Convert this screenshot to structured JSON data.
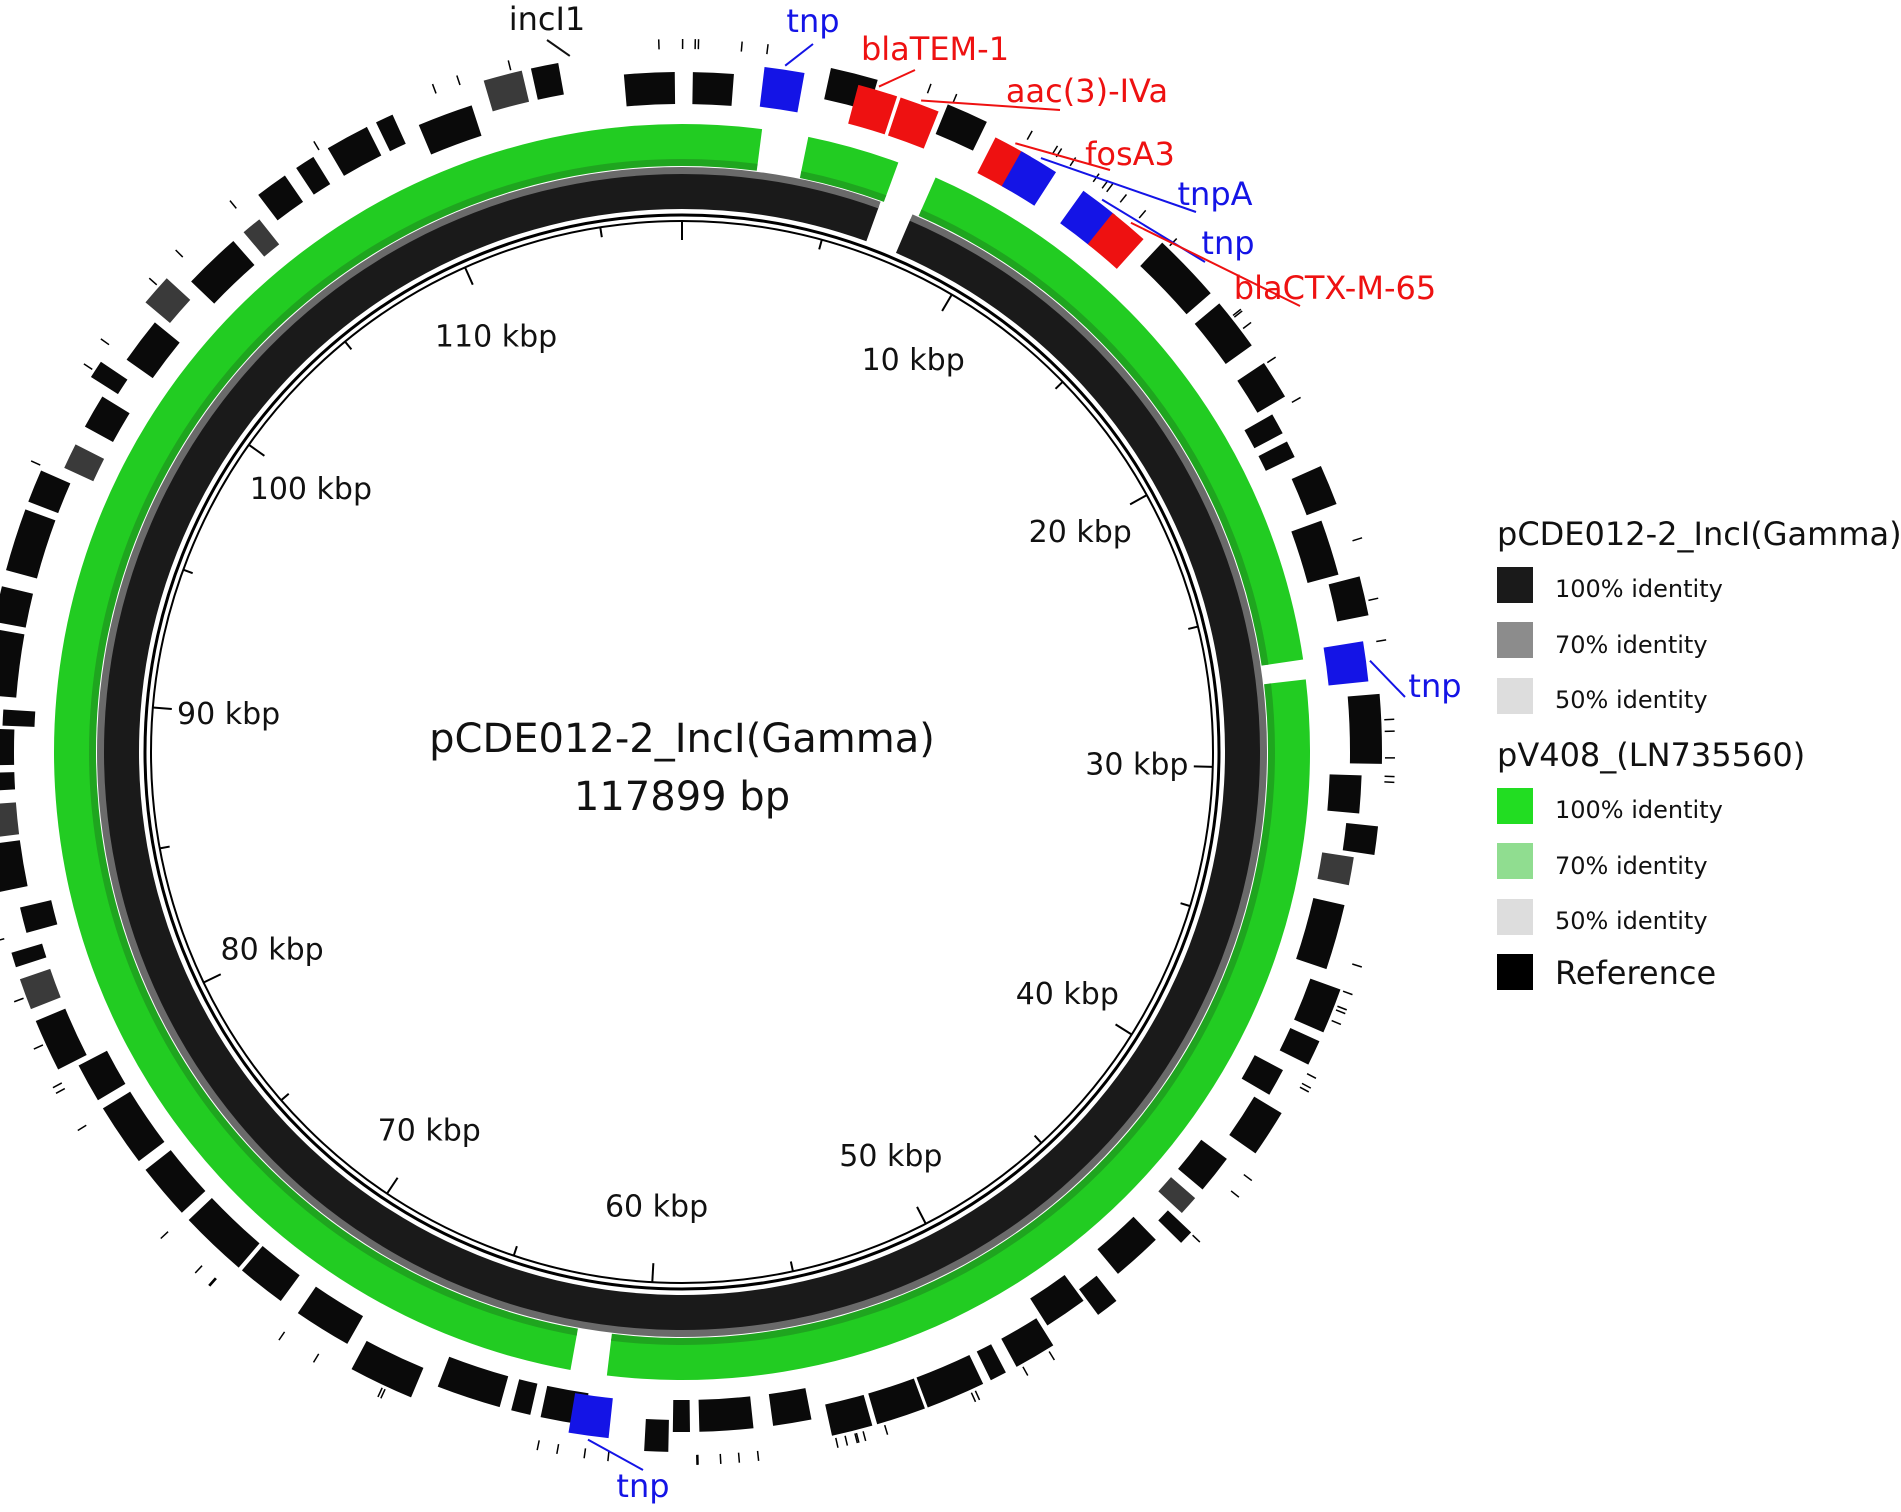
{
  "plasmid": {
    "name": "pCDE012-2_IncI(Gamma)",
    "length_label": "117899 bp",
    "length_bp": 117899
  },
  "ticks": [
    {
      "kbp": 10,
      "label": "10 kbp"
    },
    {
      "kbp": 20,
      "label": "20 kbp"
    },
    {
      "kbp": 30,
      "label": "30 kbp"
    },
    {
      "kbp": 40,
      "label": "40 kbp"
    },
    {
      "kbp": 50,
      "label": "50 kbp"
    },
    {
      "kbp": 60,
      "label": "60 kbp"
    },
    {
      "kbp": 70,
      "label": "70 kbp"
    },
    {
      "kbp": 80,
      "label": "80 kbp"
    },
    {
      "kbp": 90,
      "label": "90 kbp"
    },
    {
      "kbp": 100,
      "label": "100 kbp"
    },
    {
      "kbp": 110,
      "label": "110 kbp"
    }
  ],
  "rings": {
    "reference": {
      "name": "pCDE012-2_IncI(Gamma)",
      "color": "#1a1a1a",
      "gaps_kbp": [
        [
          6.5,
          7.6
        ]
      ]
    },
    "comparison": {
      "name": "pV408_(LN735560)",
      "color": "#22cc22",
      "gaps_kbp": [
        [
          2.4,
          3.8
        ],
        [
          6.6,
          7.8
        ],
        [
          26.7,
          27.3
        ],
        [
          61.2,
          62.3
        ]
      ]
    }
  },
  "genes": [
    {
      "label": "incI1",
      "kbp": 114.9,
      "color": "#111111",
      "kind": "black"
    },
    {
      "label": "tnp",
      "kbp": 2.8,
      "color": "#1414e6",
      "kind": "mobile"
    },
    {
      "label": "blaTEM-1",
      "kbp": 5.4,
      "color": "#ee1111",
      "kind": "resistance"
    },
    {
      "label": "aac(3)-IVa",
      "kbp": 6.6,
      "color": "#ee1111",
      "kind": "resistance"
    },
    {
      "label": "fosA3",
      "kbp": 9.4,
      "color": "#ee1111",
      "kind": "resistance"
    },
    {
      "label": "tnpA",
      "kbp": 10.2,
      "color": "#1414e6",
      "kind": "mobile"
    },
    {
      "label": "tnp",
      "kbp": 12.2,
      "color": "#1414e6",
      "kind": "mobile"
    },
    {
      "label": "blaCTX-M-65",
      "kbp": 13.2,
      "color": "#ee1111",
      "kind": "resistance"
    },
    {
      "label": "tnp",
      "kbp": 27.0,
      "color": "#1414e6",
      "kind": "mobile"
    },
    {
      "label": "tnp",
      "kbp": 61.5,
      "color": "#1414e6",
      "kind": "mobile"
    }
  ],
  "legend": {
    "groups": [
      {
        "title": "pCDE012-2_IncI(Gamma)",
        "items": [
          {
            "label": "100% identity",
            "color": "#1a1a1a"
          },
          {
            "label": "70% identity",
            "color": "#8c8c8c"
          },
          {
            "label": "50% identity",
            "color": "#dddddd"
          }
        ]
      },
      {
        "title": "pV408_(LN735560)",
        "items": [
          {
            "label": "100% identity",
            "color": "#22dd22"
          },
          {
            "label": "70% identity",
            "color": "#90dd90"
          },
          {
            "label": "50% identity",
            "color": "#dddddd"
          }
        ]
      }
    ],
    "reference": {
      "label": "Reference",
      "color": "#000000"
    }
  }
}
